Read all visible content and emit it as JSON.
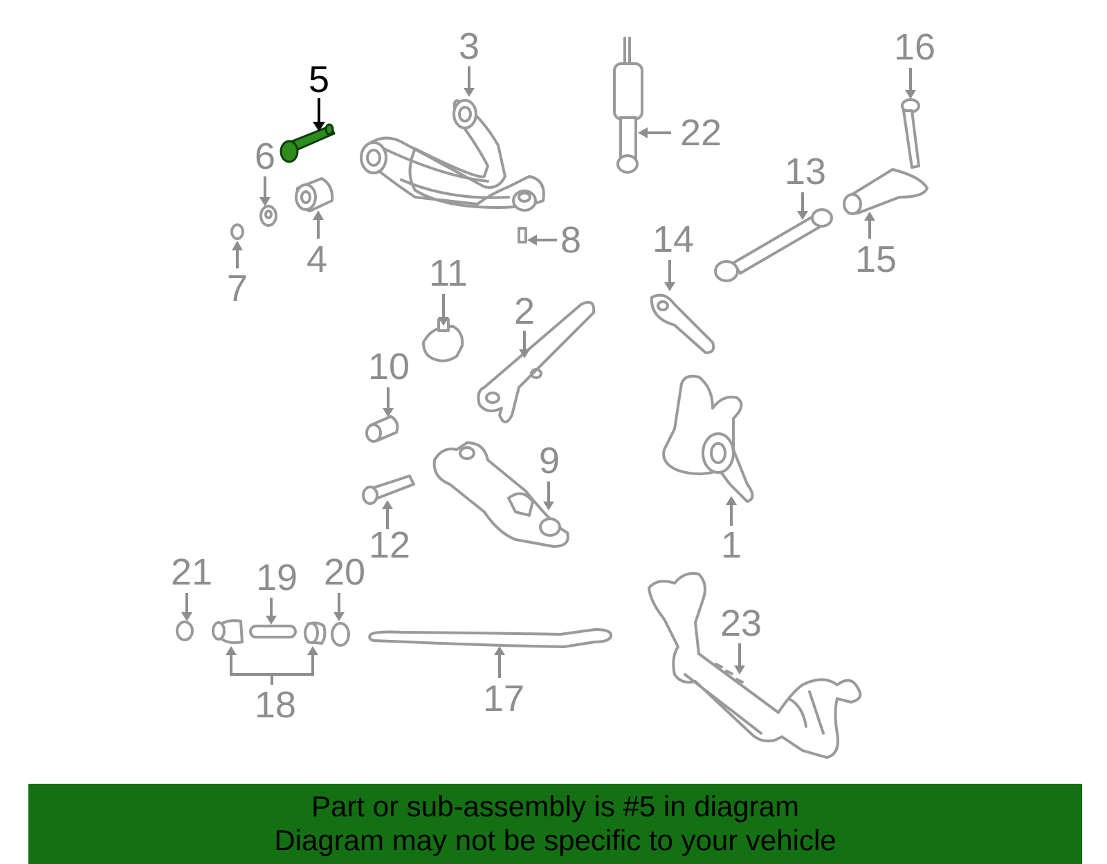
{
  "diagram": {
    "highlighted_part": "5",
    "callouts": [
      "1",
      "2",
      "3",
      "4",
      "5",
      "6",
      "7",
      "8",
      "9",
      "10",
      "11",
      "12",
      "13",
      "14",
      "15",
      "16",
      "17",
      "18",
      "19",
      "20",
      "21",
      "22",
      "23"
    ],
    "highlight_color": "#2e8b1e",
    "part_color": "#9a9a9a"
  },
  "banner": {
    "line1": "Part or sub-assembly is #5 in diagram",
    "line2": "Diagram may not be specific to your vehicle",
    "background": "#137113"
  }
}
